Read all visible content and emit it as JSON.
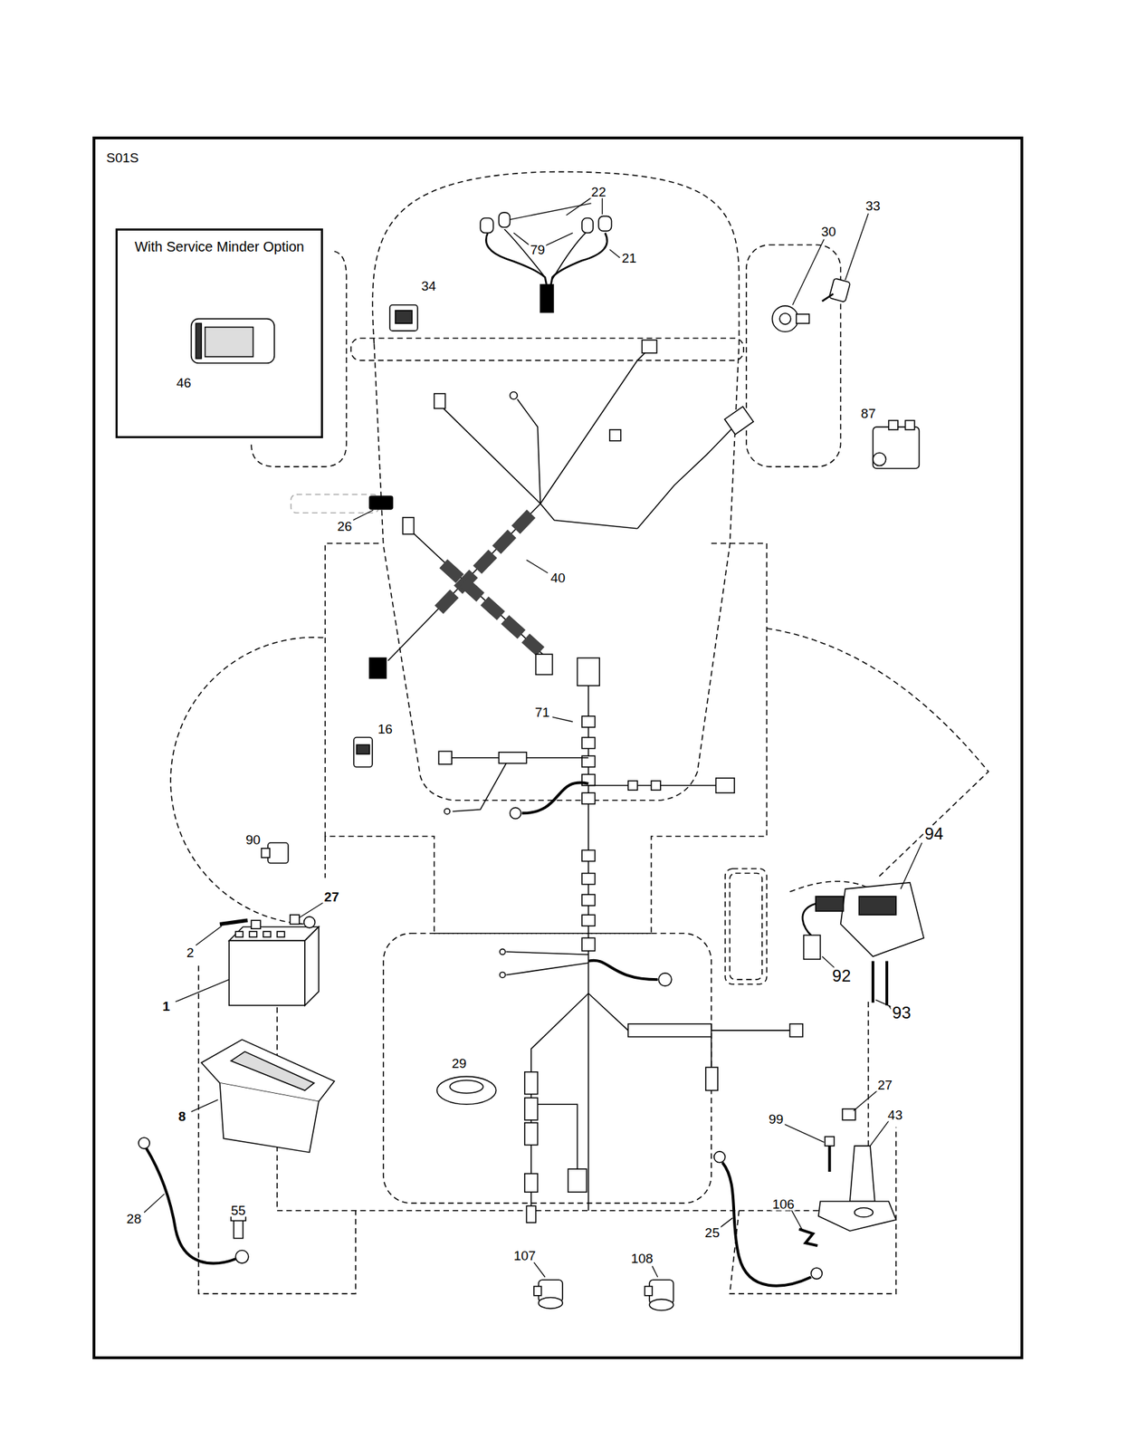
{
  "diagram": {
    "nodes": [
      {
        "text": [
          "S01S"
        ]
      },
      {
        "text": [
          "With Service Minder Option"
        ],
        "in": 0
      }
    ],
    "labels": [
      "22",
      "33",
      "30",
      "79",
      "21",
      "34",
      "87",
      "46",
      "26",
      "40",
      "71",
      "16",
      "94",
      "90",
      "27",
      "2",
      "92",
      "93",
      "1",
      "27",
      "43",
      "29",
      "99",
      "8",
      "106",
      "55",
      "28",
      "25",
      "107",
      "108"
    ]
  }
}
